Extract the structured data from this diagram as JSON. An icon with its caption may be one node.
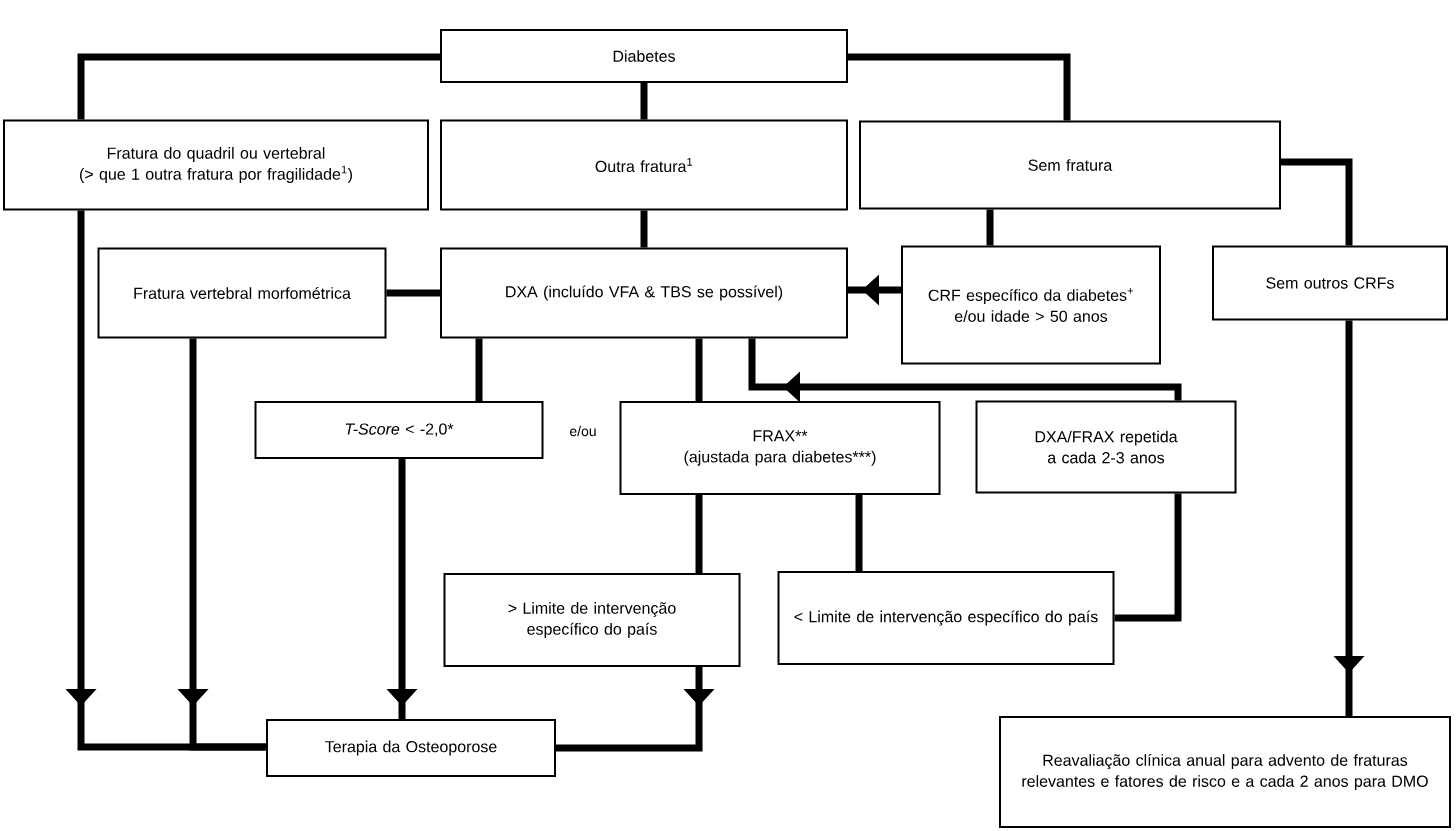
{
  "diagram": {
    "nodes": [
      {
        "text": [
          "Diabetes"
        ]
      },
      {
        "text": [
          "Fratura do quadril ou vertebral",
          "(> que 1 outra fratura por fragilidade$^{1}$)"
        ]
      },
      {
        "text": [
          "Outra fratura$^{1}$"
        ]
      },
      {
        "text": [
          "Sem fratura"
        ]
      },
      {
        "text": [
          "Fratura vertebral morfométrica"
        ]
      },
      {
        "text": [
          "DXA (incluído VFA & TBS se possível)"
        ]
      },
      {
        "text": [
          "CRF específico da diabetes$^{+}$ e/ou idade > 50 anos"
        ]
      },
      {
        "text": [
          "Sem outros CRFs"
        ]
      },
      {
        "text": [
          "*T-Score* < -2,0*"
        ]
      },
      {
        "text": [
          "FRAX**",
          "(ajustada para diabetes***)"
        ]
      },
      {
        "text": [
          "DXA/FRAX repetida a cada 2-3 anos"
        ]
      },
      {
        "text": [
          "> Limite de intervenção específico do país"
        ]
      },
      {
        "text": [
          "< Limite de intervenção específico do país"
        ]
      },
      {
        "text": [
          "Terapia da Osteoporose"
        ]
      },
      {
        "text": [
          "Reavaliação clínica anual para advento de fraturas relevantes e fatores de risco e a cada 2 anos para DMO"
        ]
      }
    ],
    "edges": [
      {
        "from": 0,
        "to": 1,
        "arrow": "none"
      },
      {
        "from": 0,
        "to": 2,
        "arrow": "none"
      },
      {
        "from": 0,
        "to": 3,
        "arrow": "none"
      },
      {
        "from": 1,
        "to": 13,
        "arrow": "to"
      },
      {
        "from": 4,
        "to": 13,
        "arrow": "to"
      },
      {
        "from": 4,
        "to": 5,
        "arrow": "none"
      },
      {
        "from": 2,
        "to": 5,
        "arrow": "none"
      },
      {
        "from": 3,
        "to": 6,
        "arrow": "none"
      },
      {
        "from": 6,
        "to": 5,
        "arrow": "to"
      },
      {
        "from": 3,
        "to": 7,
        "arrow": "none"
      },
      {
        "from": 5,
        "to": 8,
        "arrow": "none"
      },
      {
        "from": 5,
        "to": 9,
        "arrow": "none"
      },
      {
        "from": 10,
        "to": 5,
        "arrow": "to"
      },
      {
        "from": 8,
        "to": 13,
        "arrow": "to"
      },
      {
        "from": 9,
        "to": 11,
        "arrow": "none"
      },
      {
        "from": 11,
        "to": 13,
        "arrow": "to"
      },
      {
        "from": 9,
        "to": 12,
        "arrow": "none"
      },
      {
        "from": 12,
        "to": 10,
        "arrow": "none"
      },
      {
        "from": 7,
        "to": 14,
        "arrow": "to"
      }
    ],
    "labels": [
      "e/ou"
    ]
  }
}
